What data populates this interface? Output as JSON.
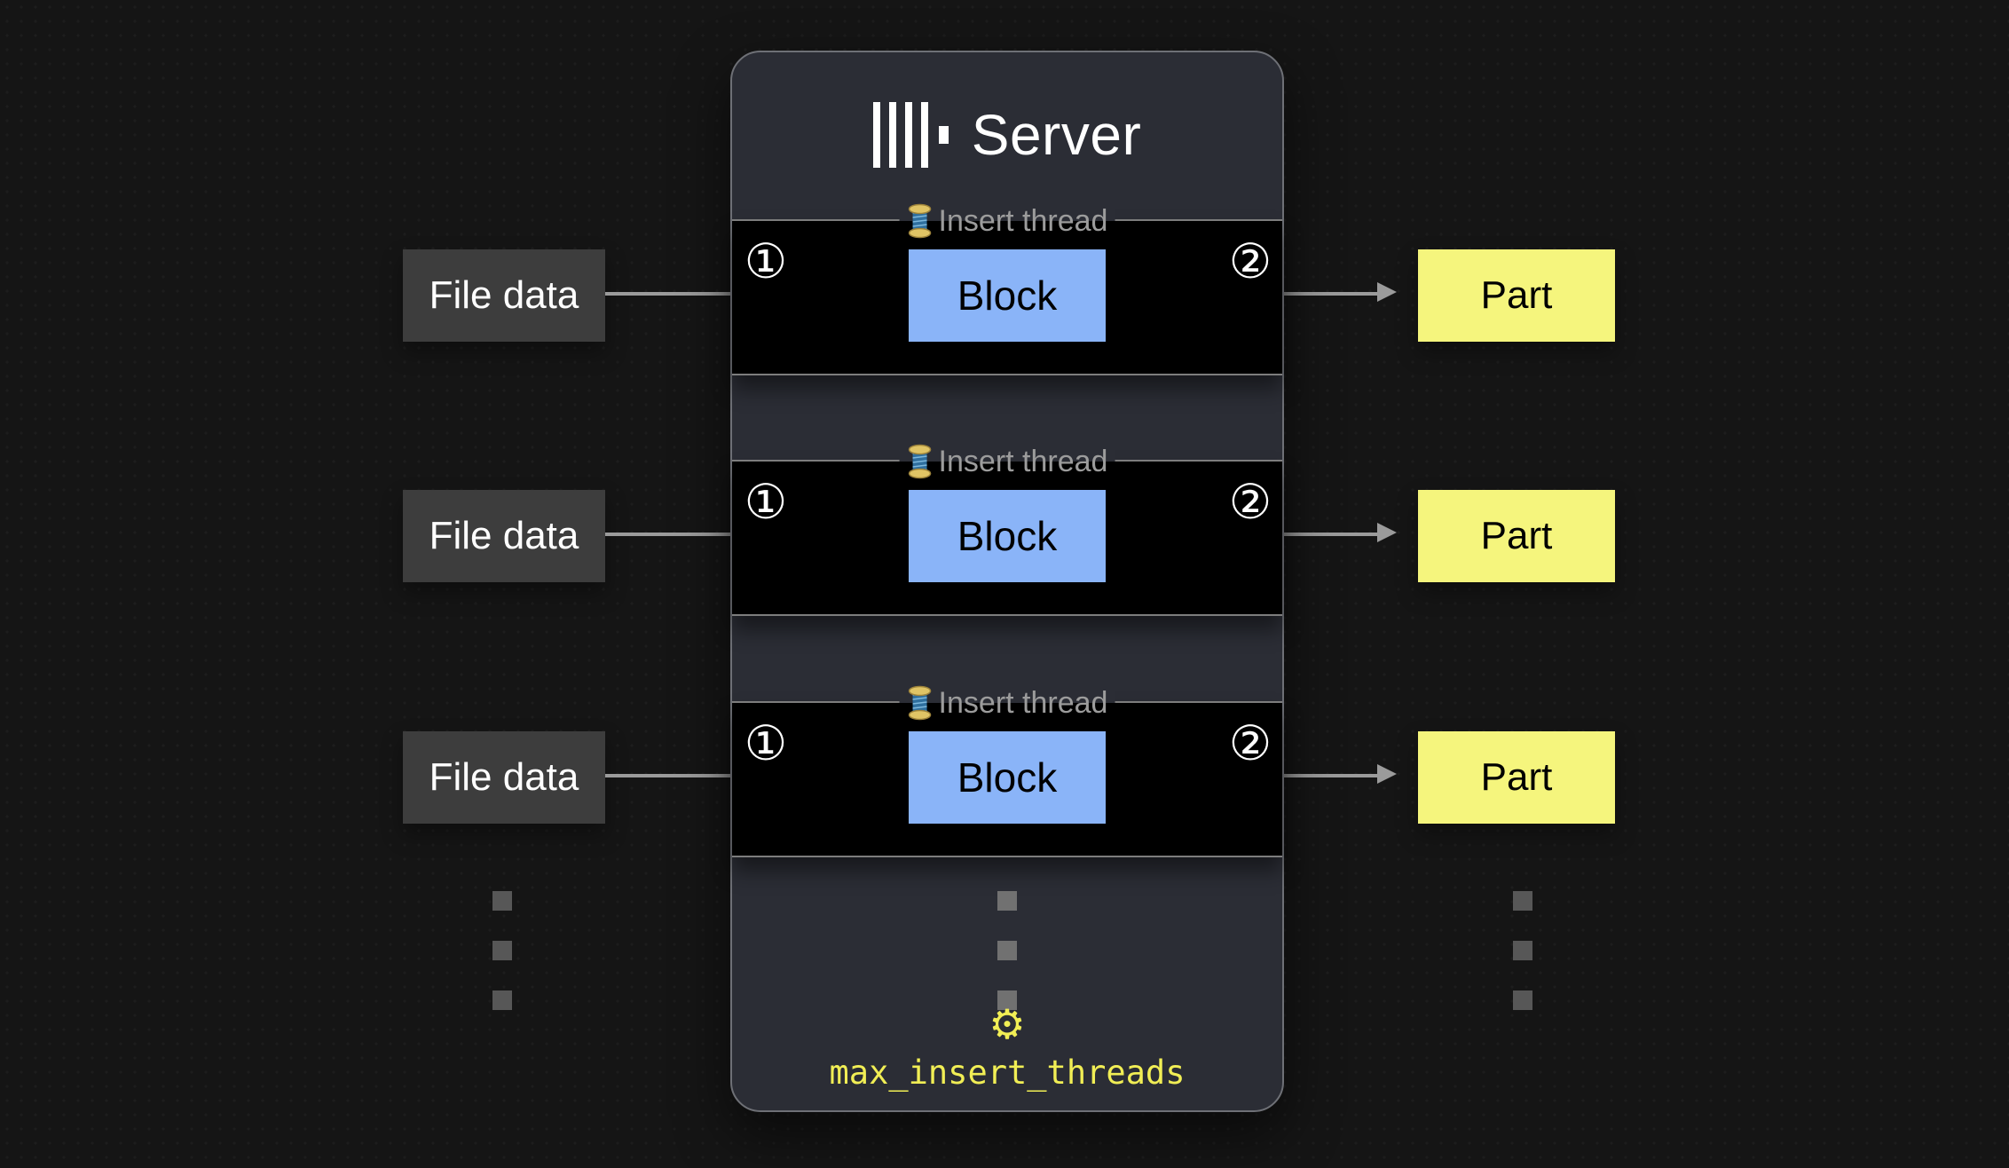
{
  "diagram": {
    "server": {
      "title": "Server",
      "logo": "clickhouse-logo",
      "threads": [
        {
          "legend": "Insert thread",
          "icon": "thread-spool-icon",
          "step_in": "①",
          "step_out": "②",
          "block_label": "Block"
        },
        {
          "legend": "Insert thread",
          "icon": "thread-spool-icon",
          "step_in": "①",
          "step_out": "②",
          "block_label": "Block"
        },
        {
          "legend": "Insert thread",
          "icon": "thread-spool-icon",
          "step_in": "①",
          "step_out": "②",
          "block_label": "Block"
        }
      ],
      "setting": {
        "gear_glyph": "⚙",
        "label": "max_insert_threads"
      }
    },
    "inputs": [
      "File data",
      "File data",
      "File data"
    ],
    "outputs": [
      "Part",
      "Part",
      "Part"
    ],
    "colors": {
      "page_bg": "#151515",
      "server_bg": "#2b2d35",
      "thread_row_bg": "#000000",
      "block_bg": "#8ab4f8",
      "part_bg": "#f5f57d",
      "file_bg": "#3d3d3d",
      "arrow": "#9b9b9b",
      "accent_yellow": "#f1ee55"
    }
  }
}
